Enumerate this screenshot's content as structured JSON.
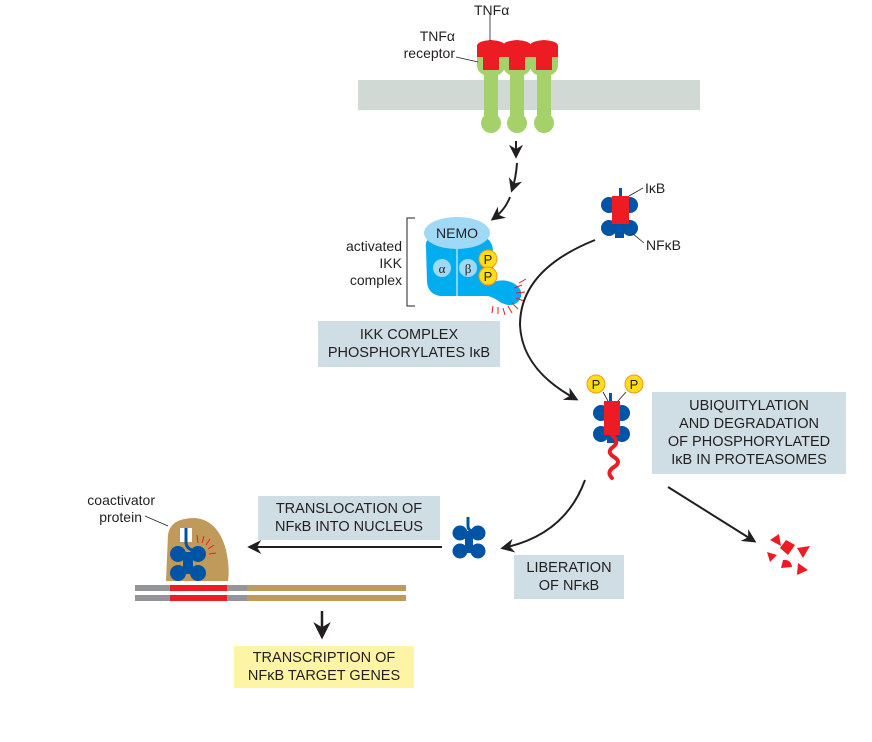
{
  "labels": {
    "tnf_alpha": "TNFα",
    "tnf_receptor_line1": "TNFα",
    "tnf_receptor_line2": "receptor",
    "ikk_line1": "activated",
    "ikk_line2": "IKK",
    "ikk_line3": "complex",
    "nemo": "NEMO",
    "alpha": "α",
    "beta": "β",
    "phospho": "P",
    "ikb": "IκB",
    "nfkb": "NFκB",
    "coactivator_line1": "coactivator",
    "coactivator_line2": "protein"
  },
  "steps": {
    "ikk_phosphorylates": [
      "IKK COMPLEX",
      "PHOSPHORYLATES IκB"
    ],
    "ubiquitylation": [
      "UBIQUITYLATION",
      "AND DEGRADATION",
      "OF PHOSPHORYLATED",
      "IκB IN PROTEASOMES"
    ],
    "translocation": [
      "TRANSLOCATION OF",
      "NFκB INTO NUCLEUS"
    ],
    "liberation": [
      "LIBERATION",
      "OF NFκB"
    ],
    "transcription": [
      "TRANSCRIPTION OF",
      "NFκB TARGET GENES"
    ]
  },
  "colors": {
    "membrane": "#d1d9d5",
    "receptor": "#a5d16a",
    "ligand": "#ed1c24",
    "ikk_complex": "#00aeef",
    "nemo": "#9fd9f6",
    "phosphate": "#ffde17",
    "nfkb": "#0054a6",
    "ikb": "#ed1c24",
    "coactivator": "#c09a5b",
    "dna_gray": "#939598",
    "step_box": "#cfdde4",
    "result_box": "#fdf5a5"
  }
}
